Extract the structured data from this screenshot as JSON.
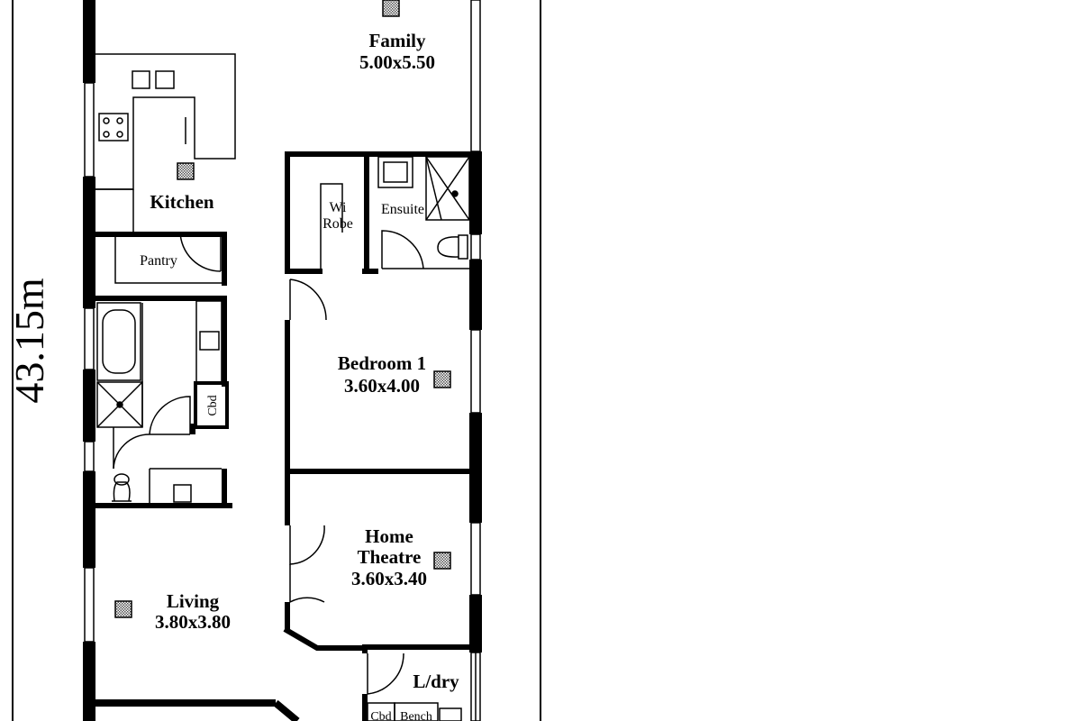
{
  "overall_dimension": "43.15m",
  "rooms": {
    "family": {
      "name": "Family",
      "size": "5.00x5.50"
    },
    "kitchen": {
      "name": "Kitchen"
    },
    "pantry": {
      "name": "Pantry"
    },
    "wi_robe": {
      "line1": "Wi",
      "line2": "Robe"
    },
    "ensuite": {
      "name": "Ensuite"
    },
    "bedroom1": {
      "name": "Bedroom 1",
      "size": "3.60x4.00"
    },
    "cbd_bath": {
      "name": "Cbd"
    },
    "home_theatre": {
      "line1": "Home",
      "line2": "Theatre",
      "size": "3.60x3.40"
    },
    "living": {
      "name": "Living",
      "size": "3.80x3.80"
    },
    "laundry": {
      "name": "L/dry"
    },
    "cbd_laundry": {
      "name": "Cbd"
    },
    "bench": {
      "name": "Bench"
    }
  },
  "colors": {
    "wall": "#000000",
    "background": "#ffffff",
    "hatch": "#555555"
  }
}
